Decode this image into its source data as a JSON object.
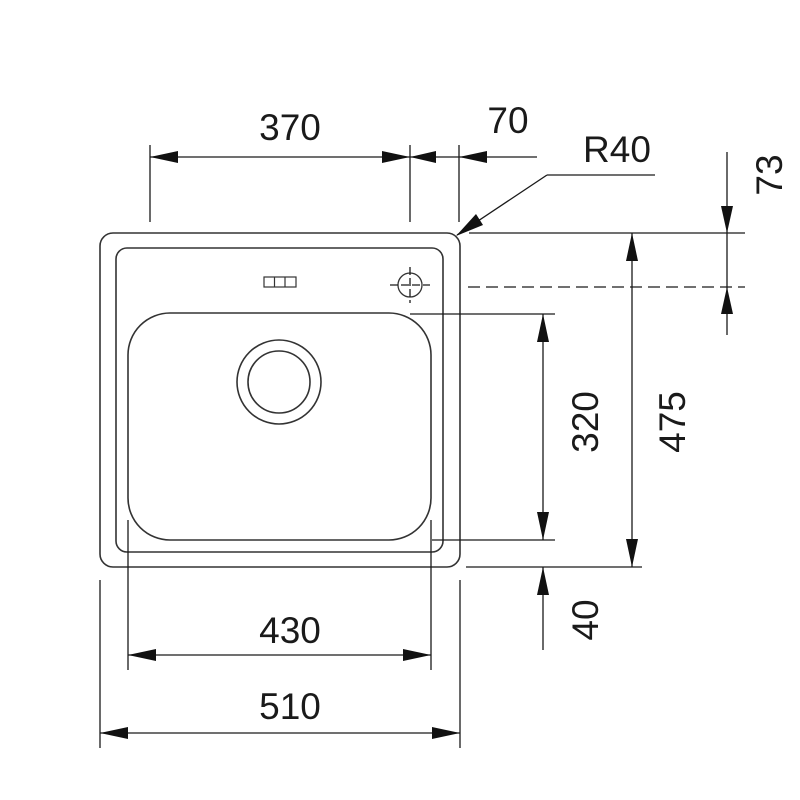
{
  "dimensions": {
    "bowl_length": "370",
    "deck_right": "70",
    "corner_radius": "R40",
    "tap_offset": "73",
    "overall_depth": "475",
    "bowl_depth": "320",
    "front_margin": "40",
    "cutout_width": "430",
    "overall_width": "510"
  }
}
